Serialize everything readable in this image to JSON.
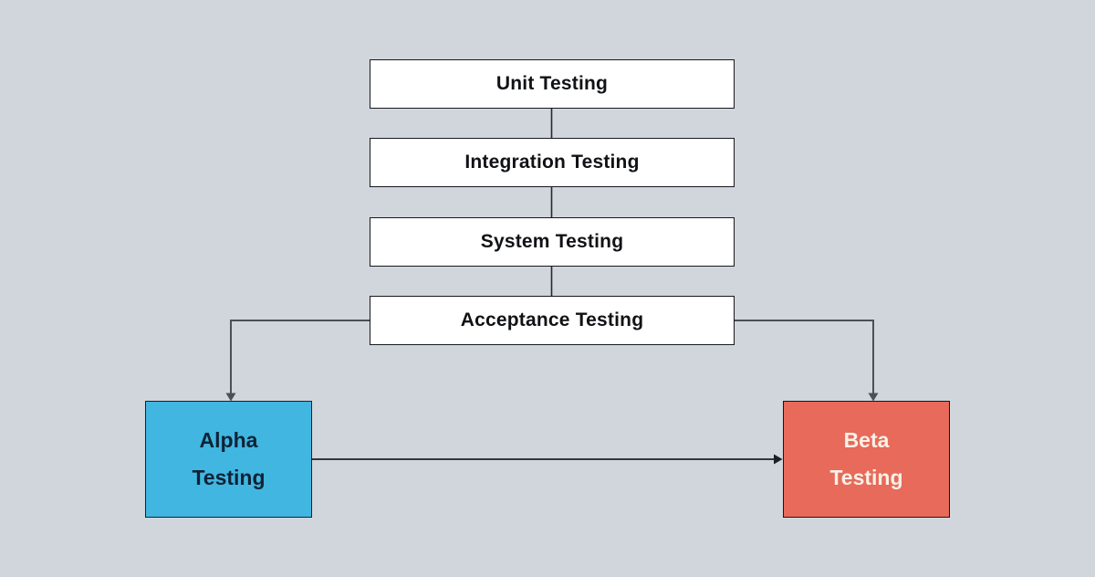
{
  "diagram": {
    "type": "flowchart",
    "nodes": {
      "unit": {
        "label": "Unit Testing",
        "fill": "#ffffff",
        "text_color": "#101215"
      },
      "integration": {
        "label": "Integration Testing",
        "fill": "#ffffff",
        "text_color": "#101215"
      },
      "system": {
        "label": "System Testing",
        "fill": "#ffffff",
        "text_color": "#101215"
      },
      "acceptance": {
        "label": "Acceptance Testing",
        "fill": "#ffffff",
        "text_color": "#101215"
      },
      "alpha": {
        "line1": "Alpha",
        "line2": "Testing",
        "fill": "#41b6e1",
        "text_color": "#0e2335"
      },
      "beta": {
        "line1": "Beta",
        "line2": "Testing",
        "fill": "#e76a5a",
        "text_color": "#f8f1e6"
      }
    },
    "edges": [
      {
        "from": "unit",
        "to": "integration",
        "style": "plain-line"
      },
      {
        "from": "integration",
        "to": "system",
        "style": "plain-line"
      },
      {
        "from": "system",
        "to": "acceptance",
        "style": "plain-line"
      },
      {
        "from": "acceptance",
        "to": "alpha",
        "style": "elbow-arrow"
      },
      {
        "from": "acceptance",
        "to": "beta",
        "style": "elbow-arrow"
      },
      {
        "from": "alpha",
        "to": "beta",
        "style": "straight-arrow"
      }
    ],
    "colors": {
      "background": "#d1d6dc",
      "node_border": "#17191c",
      "plain_connector": "#26292d",
      "elbow_connector": "#4b5055",
      "arrow_connector": "#1d2023"
    }
  }
}
